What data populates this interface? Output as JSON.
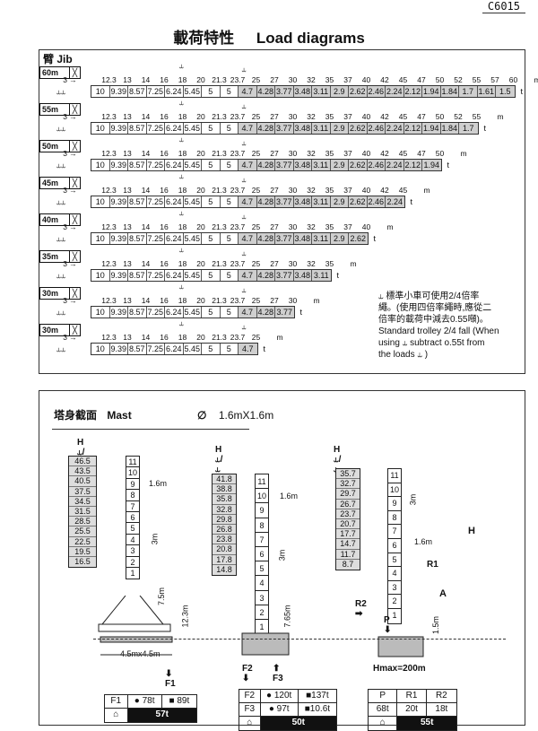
{
  "header": {
    "code": "C6015",
    "title_cn": "載荷特性",
    "title_en": "Load diagrams"
  },
  "jib": {
    "label": "臂 Jib",
    "unit_m": "m",
    "unit_t": "t",
    "rows": [
      {
        "length": "60m",
        "dist": [
          "3",
          "12.3",
          "13",
          "14",
          "16",
          "18",
          "20",
          "21.3",
          "23.7",
          "25",
          "27",
          "30",
          "32",
          "35",
          "37",
          "40",
          "42",
          "45",
          "47",
          "50",
          "52",
          "55",
          "57",
          "60"
        ],
        "loads": [
          "10",
          "9.39",
          "8.57",
          "7.25",
          "6.24",
          "5.45",
          "5",
          "5",
          "4.7",
          "4.28",
          "3.77",
          "3.48",
          "3.11",
          "2.9",
          "2.62",
          "2.46",
          "2.24",
          "2.12",
          "1.94",
          "1.84",
          "1.7",
          "1.61",
          "1.5"
        ]
      },
      {
        "length": "55m",
        "dist": [
          "3",
          "12.3",
          "13",
          "14",
          "16",
          "18",
          "20",
          "21.3",
          "23.7",
          "25",
          "27",
          "30",
          "32",
          "35",
          "37",
          "40",
          "42",
          "45",
          "47",
          "50",
          "52",
          "55"
        ],
        "loads": [
          "10",
          "9.39",
          "8.57",
          "7.25",
          "6.24",
          "5.45",
          "5",
          "5",
          "4.7",
          "4.28",
          "3.77",
          "3.48",
          "3.11",
          "2.9",
          "2.62",
          "2.46",
          "2.24",
          "2.12",
          "1.94",
          "1.84",
          "1.7"
        ]
      },
      {
        "length": "50m",
        "dist": [
          "3",
          "12.3",
          "13",
          "14",
          "16",
          "18",
          "20",
          "21.3",
          "23.7",
          "25",
          "27",
          "30",
          "32",
          "35",
          "37",
          "40",
          "42",
          "45",
          "47",
          "50"
        ],
        "loads": [
          "10",
          "9.39",
          "8.57",
          "7.25",
          "6.24",
          "5.45",
          "5",
          "5",
          "4.7",
          "4.28",
          "3.77",
          "3.48",
          "3.11",
          "2.9",
          "2.62",
          "2.46",
          "2.24",
          "2.12",
          "1.94"
        ]
      },
      {
        "length": "45m",
        "dist": [
          "3",
          "12.3",
          "13",
          "14",
          "16",
          "18",
          "20",
          "21.3",
          "23.7",
          "25",
          "27",
          "30",
          "32",
          "35",
          "37",
          "40",
          "42",
          "45"
        ],
        "loads": [
          "10",
          "9.39",
          "8.57",
          "7.25",
          "6.24",
          "5.45",
          "5",
          "5",
          "4.7",
          "4.28",
          "3.77",
          "3.48",
          "3.11",
          "2.9",
          "2.62",
          "2.46",
          "2.24"
        ]
      },
      {
        "length": "40m",
        "dist": [
          "3",
          "12.3",
          "13",
          "14",
          "16",
          "18",
          "20",
          "21.3",
          "23.7",
          "25",
          "27",
          "30",
          "32",
          "35",
          "37",
          "40"
        ],
        "loads": [
          "10",
          "9.39",
          "8.57",
          "7.25",
          "6.24",
          "5.45",
          "5",
          "5",
          "4.7",
          "4.28",
          "3.77",
          "3.48",
          "3.11",
          "2.9",
          "2.62"
        ]
      },
      {
        "length": "35m",
        "dist": [
          "3",
          "12.3",
          "13",
          "14",
          "16",
          "18",
          "20",
          "21.3",
          "23.7",
          "25",
          "27",
          "30",
          "32",
          "35"
        ],
        "loads": [
          "10",
          "9.39",
          "8.57",
          "7.25",
          "6.24",
          "5.45",
          "5",
          "5",
          "4.7",
          "4.28",
          "3.77",
          "3.48",
          "3.11"
        ]
      },
      {
        "length": "30m",
        "dist": [
          "3",
          "12.3",
          "13",
          "14",
          "16",
          "18",
          "20",
          "21.3",
          "23.7",
          "25",
          "27",
          "30"
        ],
        "loads": [
          "10",
          "9.39",
          "8.57",
          "7.25",
          "6.24",
          "5.45",
          "5",
          "5",
          "4.7",
          "4.28",
          "3.77"
        ]
      },
      {
        "length": "30m",
        "dist": [
          "3",
          "12.3",
          "13",
          "14",
          "16",
          "18",
          "20",
          "21.3",
          "23.7",
          "25"
        ],
        "loads": [
          "10",
          "9.39",
          "8.57",
          "7.25",
          "6.24",
          "5.45",
          "5",
          "5",
          "4.7"
        ]
      }
    ],
    "note_cn_1": "標準小車可使用2/4倍率",
    "note_cn_2": "繩。(使用四倍率繩時,應從二",
    "note_cn_3": "倍率的載荷中減去0.55噸)。",
    "note_en_1": "Standard trolley 2/4 fall (When",
    "note_en_2": "using",
    "note_en_2b": "subtract o.55t from",
    "note_en_3": "the loads",
    "note_en_3b": ")"
  },
  "mast": {
    "label_cn": "塔身截面",
    "label_en": "Mast",
    "size_symbol": "∅",
    "size": "1.6mX1.6m",
    "h_label": "H",
    "left": {
      "heights": [
        "46.5",
        "43.5",
        "40.5",
        "37.5",
        "34.5",
        "31.5",
        "28.5",
        "25.5",
        "22.5",
        "19.5",
        "16.5"
      ],
      "sections": [
        "11",
        "10",
        "9",
        "8",
        "7",
        "6",
        "5",
        "4",
        "3",
        "2",
        "1"
      ],
      "dim_top": "1.6m",
      "dim_sec": "3m",
      "dim_a": "7.5m",
      "dim_b": "12.3m",
      "base": "4.5mx4.5m",
      "force": "F1"
    },
    "mid": {
      "heights": [
        "41.8",
        "38.8",
        "35.8",
        "32.8",
        "29.8",
        "26.8",
        "23.8",
        "20.8",
        "17.8",
        "14.8"
      ],
      "sections": [
        "11",
        "10",
        "9",
        "8",
        "7",
        "6",
        "5",
        "4",
        "3",
        "2",
        "1"
      ],
      "dim_top": "1.6m",
      "dim_sec": "3m",
      "dim_base": "7.65m",
      "force_a": "F2",
      "force_b": "F3"
    },
    "right": {
      "heights": [
        "35.7",
        "32.7",
        "29.7",
        "26.7",
        "23.7",
        "20.7",
        "17.7",
        "14.7",
        "11.7",
        "8.7"
      ],
      "sections": [
        "11",
        "10",
        "9",
        "8",
        "7",
        "6",
        "5",
        "4",
        "3",
        "2",
        "1"
      ],
      "dim_sec": "3m",
      "dim_top": "1.6m",
      "dim_h": "H",
      "dim_a": "A",
      "dim_base": "1.5m",
      "r1": "R1",
      "r2": "R2",
      "p": "P",
      "hmax": "Hmax=200m"
    }
  },
  "tables": {
    "t1": {
      "c1": "F1",
      "c2": "● 78t",
      "c3": "■ 89t",
      "bottom": "57t"
    },
    "t2": {
      "r1c1": "F2",
      "r1c2": "● 120t",
      "r1c3": "■137t",
      "r2c1": "F3",
      "r2c2": "● 97t",
      "r2c3": "■10.6t",
      "bottom": "50t"
    },
    "t3": {
      "h1": "P",
      "h2": "R1",
      "h3": "R2",
      "v1": "68t",
      "v2": "20t",
      "v3": "18t",
      "bottom": "55t"
    }
  }
}
